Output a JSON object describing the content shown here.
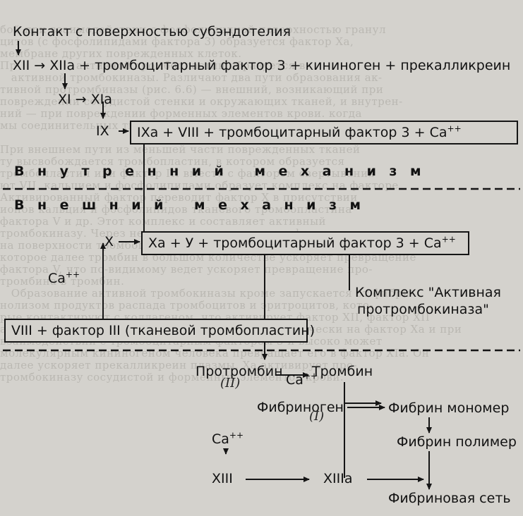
{
  "nodes": {
    "contact": "Контакт с поверхностью субэндотелия",
    "xii_chain": "XII → XIIa + тромбоцитарный фактор 3 + кининоген + прекалликреин",
    "xi_chain": "XI → XIa",
    "ix": "IX",
    "ixa_box": "IXa + VIII + тромбоцитарный фактор 3 + Ca",
    "x": "X",
    "xa_box": "Xa + У + тромбоцитарный фактор 3 + Ca",
    "ca_left": "Ca",
    "complex_label_1": "Комплекс \"Активная",
    "complex_label_2": "протромбокиназа\"",
    "viii_box": "VIII + фактор III (тканевой тромбопластин)",
    "prothrombin": "Протромбин",
    "thrombin": "Тромбин",
    "ca_mid": "Ca",
    "fibrinogen": "Фибриноген",
    "fibrin_monomer": "Фибрин мономер",
    "fibrin_polymer": "Фибрин полимер",
    "ca_lower": "Ca",
    "xiii": "XIII",
    "xiiia": "XIIIa",
    "fibrin_net": "Фибриновая сеть"
  },
  "charge": "++",
  "sections": {
    "internal": "Внутренний механизм",
    "external": "Внешний механизм"
  },
  "annotations": {
    "phase_2": "(II)",
    "phase_1": "(I)"
  },
  "background_text": [
    "бой при взаимодействии с фосфолипидной поверхностью гранул",
    "цитов (с фосфолипидами фактора 3) образуется фактор Xa,",
    "мембране других поврежденных клеток.",
    "Пр                активной тромбопластин образуется в",
    "   активной тромбокиназы. Различают два пути образования ак-",
    "тивной протромбиназы (рис. 6.6) — внешний, возникающий при",
    "повреждении сосудистой стенки и окружающих тканей, и внутрен-",
    "ний — при повреждении форменных элементов крови. когда",
    "мы соединительных тканей сосудистой стенки или при порреж",
    "                                                          ",
    "При внешнем пути из меньшей части поврежденных тканей",
    "ту высвобождается тромбопластин, в котором образуется",
    "тромбопластин или фактор III вместе с фактором свертывания",
    "ют VII, кальцием и фосфолипидами образует комплекс на факторе",
    "Активированный фактор переводит фактор X в присутствии",
    "ионов кальция и фосфолипидов тканевого тромбопластина",
    "фактора V и др. Этот комплекс и составляет активный",
    "тромбокиназу. Через несколько секунд после ее формирования",
    "на поверхности тромбоцитов начинается свертывание крови,",
    "которое далее тромбин в большом количестве ускоряет превращение",
    "фактора V, что по-видимому ведет ускоряет превращение про-",
    "тромбина в тромбин.",
    "   Образование активной тромбокиназы кроме запускается от фибри-",
    "нолизом продуктов распада тромбоцитов и эритроцитов, кото-",
    "рые контактируют с коллагеном, что активирует фактор XII, фактор XII",
    "активирует фактор XI, который действует каталитически на фактор Xа и при",
    "взаимодействии с тромбоцитарным фактором 3 и высоко может",
    "молекулярным кининогеном человека превращает его в фактор XIa. Он",
    "далее ускоряет прекалликреин плазмы, Xa активирует про-",
    "тромбокиназу сосудистой и форменных элементов крови."
  ]
}
